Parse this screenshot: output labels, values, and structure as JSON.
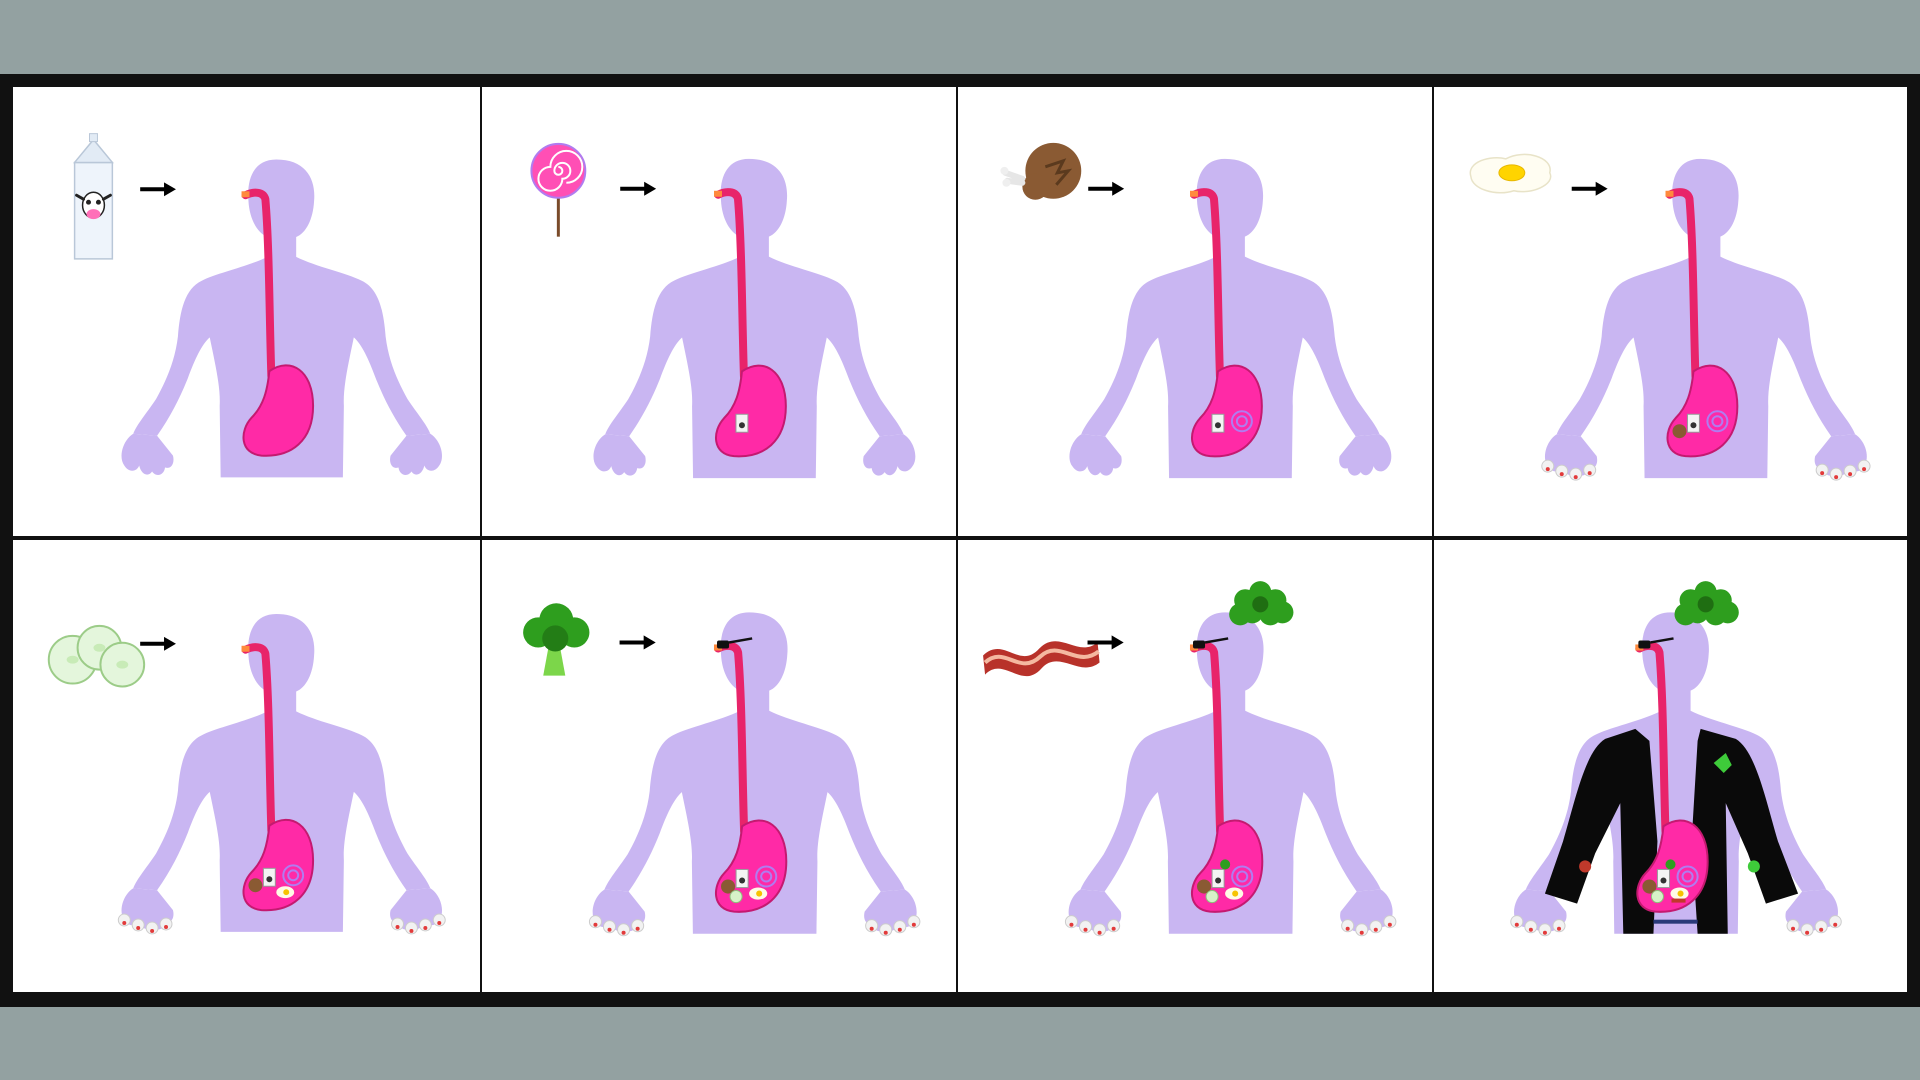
{
  "colors": {
    "background": "#93a1a1",
    "frame": "#111111",
    "panel": "#ffffff",
    "body": "#c9b6f2",
    "stomach": "#ff2aa6",
    "esophagus": "#e8246a",
    "arrow": "#000000",
    "broccoli": "#2e9e1e",
    "jacket": "#0a0a0a"
  },
  "icons": {
    "milk": "milk-carton-icon",
    "candy": "lollipop-icon",
    "meat": "roast-meat-icon",
    "egg": "fried-egg-icon",
    "cucumber": "cucumber-slices-icon",
    "broccoli": "broccoli-icon",
    "bacon": "bacon-icon"
  },
  "panels": [
    {
      "food": "milk",
      "arrow": true,
      "stomach_items": 0,
      "fingertips": false,
      "glasses": false,
      "brain": false,
      "jacket": false
    },
    {
      "food": "candy",
      "arrow": true,
      "stomach_items": 1,
      "fingertips": false,
      "glasses": false,
      "brain": false,
      "jacket": false
    },
    {
      "food": "meat",
      "arrow": true,
      "stomach_items": 2,
      "fingertips": false,
      "glasses": false,
      "brain": false,
      "jacket": false
    },
    {
      "food": "egg",
      "arrow": true,
      "stomach_items": 3,
      "fingertips": true,
      "glasses": false,
      "brain": false,
      "jacket": false
    },
    {
      "food": "cucumber",
      "arrow": true,
      "stomach_items": 4,
      "fingertips": true,
      "glasses": false,
      "brain": false,
      "jacket": false
    },
    {
      "food": "broccoli",
      "arrow": true,
      "stomach_items": 5,
      "fingertips": true,
      "glasses": true,
      "brain": false,
      "jacket": false
    },
    {
      "food": "bacon",
      "arrow": true,
      "stomach_items": 6,
      "fingertips": true,
      "glasses": true,
      "brain": true,
      "jacket": false
    },
    {
      "food": null,
      "arrow": false,
      "stomach_items": 7,
      "fingertips": true,
      "glasses": true,
      "brain": true,
      "jacket": true
    }
  ]
}
